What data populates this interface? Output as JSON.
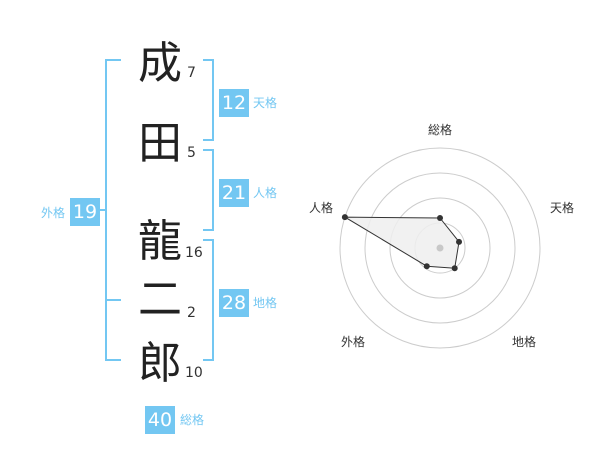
{
  "name_chars": [
    {
      "char": "成",
      "strokes": "7"
    },
    {
      "char": "田",
      "strokes": "5"
    },
    {
      "char": "龍",
      "strokes": "16"
    },
    {
      "char": "二",
      "strokes": "2"
    },
    {
      "char": "郎",
      "strokes": "10"
    }
  ],
  "kakusu": {
    "tenkaku": {
      "value": "12",
      "label": "天格"
    },
    "jinkaku": {
      "value": "21",
      "label": "人格"
    },
    "chikaku": {
      "value": "28",
      "label": "地格"
    },
    "gaikaku": {
      "value": "19",
      "label": "外格"
    },
    "soukaku": {
      "value": "40",
      "label": "総格"
    }
  },
  "chart_data": {
    "type": "radar",
    "axes": [
      "総格",
      "天格",
      "地格",
      "外格",
      "人格"
    ],
    "values": [
      1.2,
      0.8,
      1.0,
      0.9,
      4.0
    ],
    "rlim": [
      0,
      4
    ],
    "rings": 4,
    "colors": {
      "ring": "#cccccc",
      "fill": "#eeeeee",
      "line": "#333333",
      "point": "#333333",
      "center": "#c8c8c8"
    }
  },
  "colors": {
    "accent": "#73c7f2",
    "text": "#222222"
  }
}
